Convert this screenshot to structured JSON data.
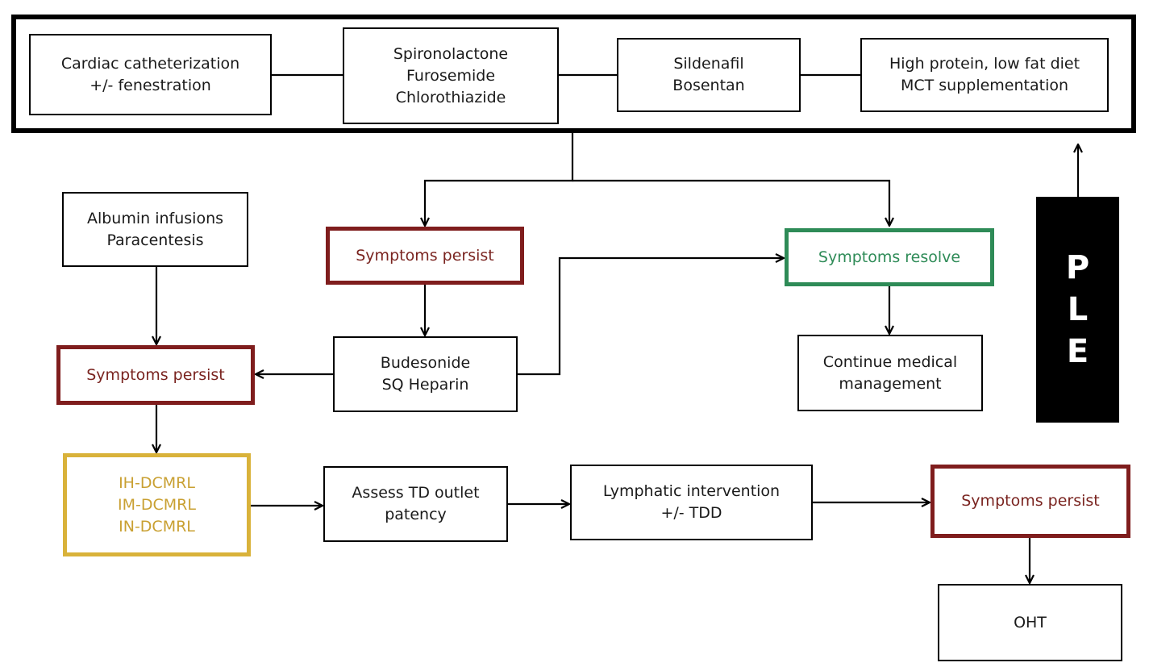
{
  "top_group": {
    "cardiac": [
      "Cardiac catheterization",
      "+/- fenestration"
    ],
    "diuretics": [
      "Spironolactone",
      "Furosemide",
      "Chlorothiazide"
    ],
    "vasodilators": [
      "Sildenafil",
      "Bosentan"
    ],
    "diet": [
      "High protein, low fat diet",
      "MCT supplementation"
    ]
  },
  "albumin": [
    "Albumin infusions",
    "Paracentesis"
  ],
  "symptoms_persist_1": "Symptoms persist",
  "symptoms_resolve": "Symptoms resolve",
  "budesonide": [
    "Budesonide",
    "SQ Heparin"
  ],
  "continue": [
    "Continue medical",
    "management"
  ],
  "symptoms_persist_2": "Symptoms persist",
  "dcmrl": [
    "IH-DCMRL",
    "IM-DCMRL",
    "IN-DCMRL"
  ],
  "assess": [
    "Assess TD outlet",
    "patency"
  ],
  "lymphatic": [
    "Lymphatic intervention",
    "+/- TDD"
  ],
  "symptoms_persist_3": "Symptoms persist",
  "oht": "OHT",
  "ple": [
    "P",
    "L",
    "E"
  ],
  "colors": {
    "persist_border": "#7f1d1d",
    "resolve_border": "#2e8b57",
    "dcmrl_border": "#d9b23a",
    "ple_fill": "#000000"
  }
}
